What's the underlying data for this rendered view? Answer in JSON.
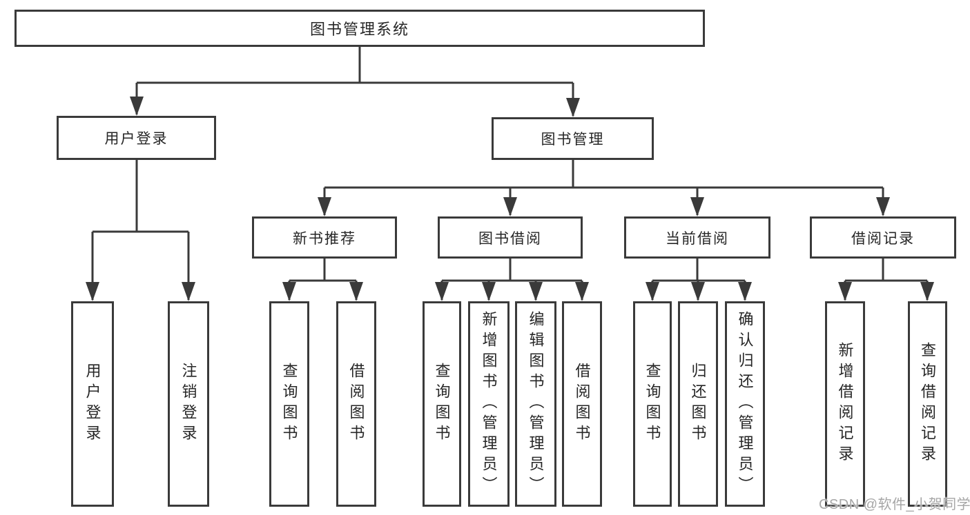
{
  "colors": {
    "stroke": "#3a3a3a",
    "text": "#262626",
    "watermark": "#a6a6a6",
    "bg": "#ffffff"
  },
  "watermark": "CSDN @软件_小贺同学",
  "tree": {
    "label": "图书管理系统",
    "children": [
      {
        "label": "用户登录",
        "children": [
          {
            "label": "用户登录"
          },
          {
            "label": "注销登录"
          }
        ]
      },
      {
        "label": "图书管理",
        "children": [
          {
            "label": "新书推荐",
            "children": [
              {
                "label": "查询图书"
              },
              {
                "label": "借阅图书"
              }
            ]
          },
          {
            "label": "图书借阅",
            "children": [
              {
                "label": "查询图书"
              },
              {
                "label": "新增图书（管理员）"
              },
              {
                "label": "编辑图书（管理员）"
              },
              {
                "label": "借阅图书"
              }
            ]
          },
          {
            "label": "当前借阅",
            "children": [
              {
                "label": "查询图书"
              },
              {
                "label": "归还图书"
              },
              {
                "label": "确认归还（管理员）"
              }
            ]
          },
          {
            "label": "借阅记录",
            "children": [
              {
                "label": "新增借阅记录"
              },
              {
                "label": "查询借阅记录"
              }
            ]
          }
        ]
      }
    ]
  }
}
